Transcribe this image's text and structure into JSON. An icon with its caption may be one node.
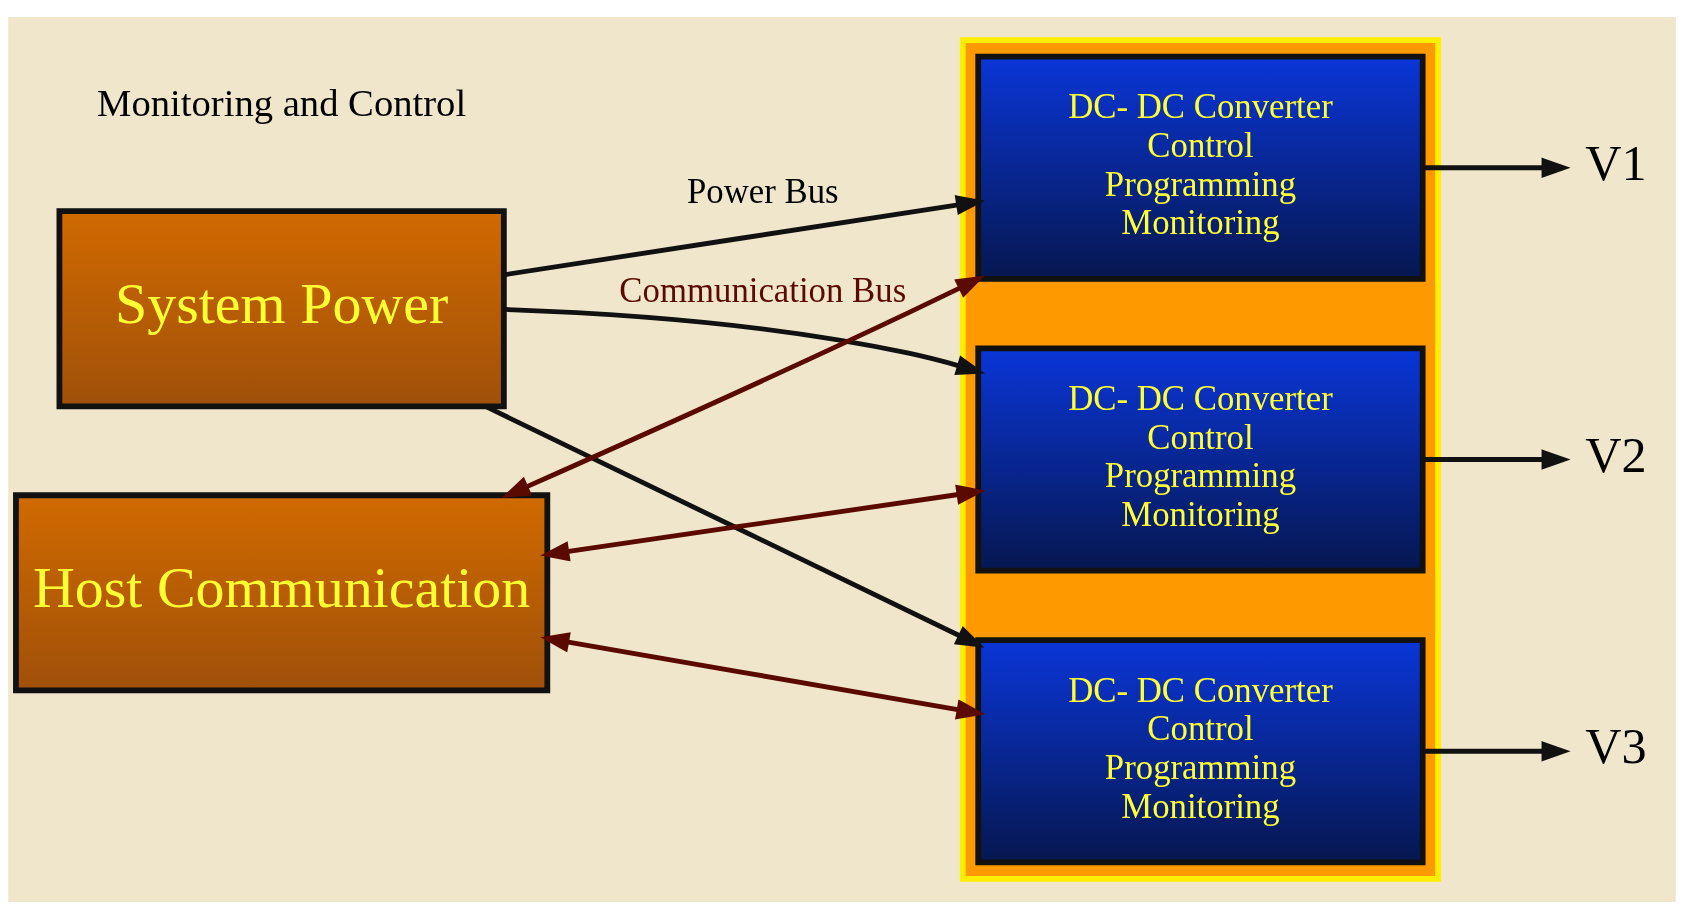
{
  "diagram": {
    "nodes": [
      {
        "text": [
          "System Power"
        ]
      },
      {
        "text": [
          "Host Communication"
        ]
      },
      {
        "text": [],
        "shape": "box"
      },
      {
        "text": [
          "DC- DC Converter",
          "Control",
          "Programming",
          "Monitoring"
        ],
        "in": 2
      },
      {
        "text": [
          "DC- DC Converter",
          "Control",
          "Programming",
          "Monitoring"
        ],
        "in": 2
      },
      {
        "text": [
          "DC- DC Converter",
          "Control",
          "Programming",
          "Monitoring"
        ],
        "in": 2
      },
      {
        "text": [
          "V1"
        ]
      },
      {
        "text": [
          "V2"
        ]
      },
      {
        "text": [
          "V3"
        ]
      }
    ],
    "edges": [
      {
        "from": 0,
        "to": 3,
        "arrow": "to",
        "label": "Power Bus"
      },
      {
        "from": 0,
        "to": 4,
        "arrow": "to"
      },
      {
        "from": 0,
        "to": 5,
        "arrow": "to"
      },
      {
        "from": 1,
        "to": 3,
        "arrow": "both",
        "color": "#5a0a00",
        "label": "Communication Bus"
      },
      {
        "from": 1,
        "to": 4,
        "arrow": "both",
        "color": "#5a0a00"
      },
      {
        "from": 1,
        "to": 5,
        "arrow": "both",
        "color": "#5a0a00"
      },
      {
        "from": 3,
        "to": 6,
        "arrow": "to"
      },
      {
        "from": 4,
        "to": 7,
        "arrow": "to"
      },
      {
        "from": 5,
        "to": 8,
        "arrow": "to"
      }
    ],
    "labels": [
      "Monitoring and Control"
    ]
  }
}
